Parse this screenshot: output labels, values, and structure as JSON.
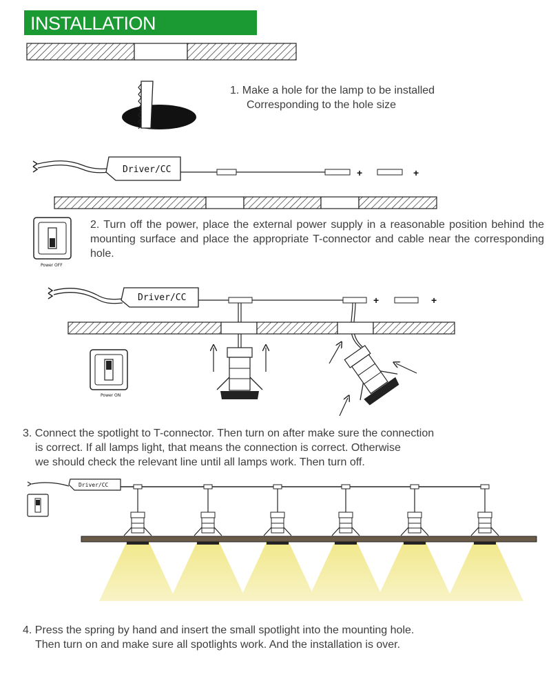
{
  "header": {
    "title": "INSTALLATION"
  },
  "steps": {
    "step1": {
      "line1": "1. Make a hole for the lamp to be installed",
      "line2": "Corresponding to the hole size"
    },
    "step2": {
      "text": "2. Turn off the power, place the external power supply in a reasonable position behind the mounting surface and place the appropriate T-connector and cable near the corresponding hole."
    },
    "step3": {
      "line1": "3. Connect the spotlight to T-connector. Then turn on after make sure the connection",
      "line2": "is correct. If all lamps light, that means the connection is correct. Otherwise",
      "line3": "we should check the relevant line until all lamps work. Then turn off."
    },
    "step4": {
      "line1": "4. Press the spring by hand and insert the small spotlight into the mounting hole.",
      "line2": "Then turn on and make sure all spotlights work. And the installation is over."
    }
  },
  "diagrams": {
    "driver_label": "Driver/CC",
    "driver_label_small": "Driver/CC",
    "plus_sign": "+",
    "power_off_label": "Power OFF",
    "power_on_label": "Power ON"
  },
  "colors": {
    "title_bg": "#1b9a33",
    "title_text": "#ffffff",
    "light_beam": "#f3eda0"
  }
}
